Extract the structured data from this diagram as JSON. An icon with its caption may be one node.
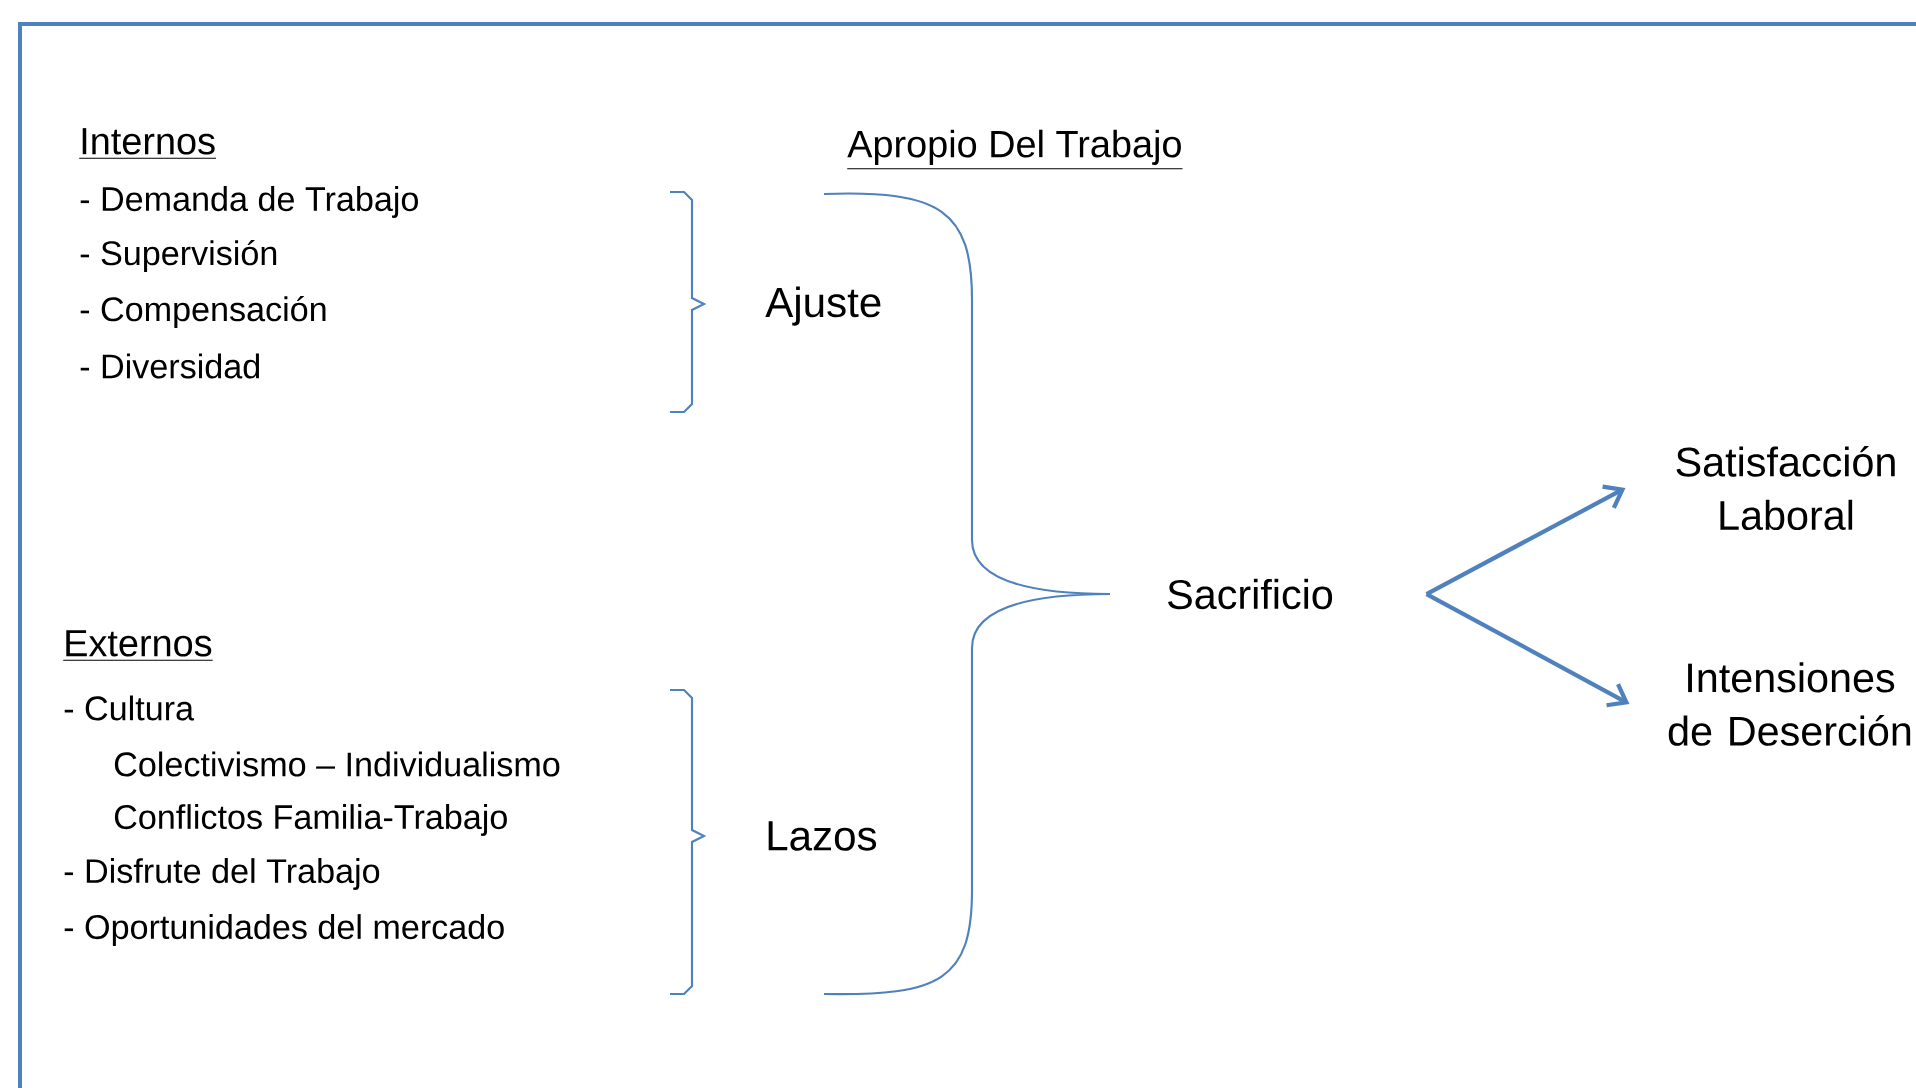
{
  "diagram": {
    "nodes": [
      {
        "text": [
          "Sacrificio"
        ]
      },
      {
        "text": [
          "Satisfacción Laboral"
        ]
      },
      {
        "text": [
          "Intensiones de Deserción"
        ]
      }
    ],
    "edges": [
      {
        "from": 0,
        "to": 1,
        "arrow": "to"
      },
      {
        "from": 0,
        "to": 2,
        "arrow": "to"
      }
    ],
    "labels": [
      "Internos",
      "- Demanda de Trabajo",
      "- Supervisión",
      "- Compensación",
      "- Diversidad",
      "Apropio Del Trabajo",
      "Ajuste",
      "Externos",
      "- Cultura",
      "Colectivismo – Individualismo",
      "Conflictos Familia-Trabajo",
      "- Disfrute del Trabajo",
      "- Oportunidades del mercado",
      "Lazos"
    ]
  }
}
